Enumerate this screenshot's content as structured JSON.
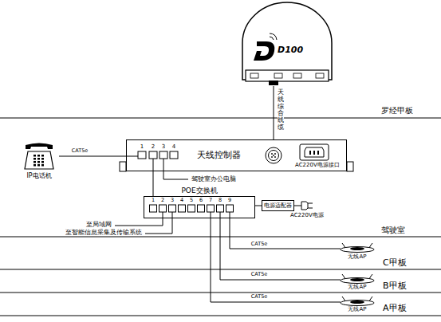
{
  "diagram": {
    "nodes": [
      {
        "text": [
          "D100"
        ]
      },
      {
        "text": [
          "天线控制器"
        ]
      },
      {
        "text": [
          "IP电话机"
        ]
      },
      {
        "text": [
          "POE交换机"
        ]
      },
      {
        "text": [
          "电源适配器"
        ]
      },
      {
        "text": [
          "无线AP"
        ]
      },
      {
        "text": [
          "无线AP"
        ]
      },
      {
        "text": [
          "无线AP"
        ]
      }
    ],
    "edges": [
      {
        "from": 0,
        "to": 1,
        "label": "天线综合线缆",
        "arrow": "none"
      },
      {
        "from": 1,
        "to": 2,
        "label": "CAT5e",
        "arrow": "none"
      },
      {
        "from": 1,
        "to": 3,
        "arrow": "none"
      },
      {
        "from": 3,
        "to": 4,
        "arrow": "none"
      },
      {
        "from": 3,
        "to": 5,
        "label": "CAT5e",
        "arrow": "none"
      },
      {
        "from": 3,
        "to": 6,
        "label": "CAT5e",
        "arrow": "none"
      },
      {
        "from": 3,
        "to": 7,
        "label": "CAT5e",
        "arrow": "none"
      }
    ],
    "labels": [
      "罗经甲板",
      "1",
      "2",
      "3",
      "4",
      "AC220V电源接口",
      "驾驶室办公电脑",
      "1",
      "2",
      "3",
      "4",
      "5",
      "6",
      "7",
      "8",
      "9",
      "AC220V电源",
      "至局域网",
      "至智能信息采集及传输系统",
      "驾驶室",
      "C甲板",
      "B甲板",
      "A甲板"
    ]
  }
}
